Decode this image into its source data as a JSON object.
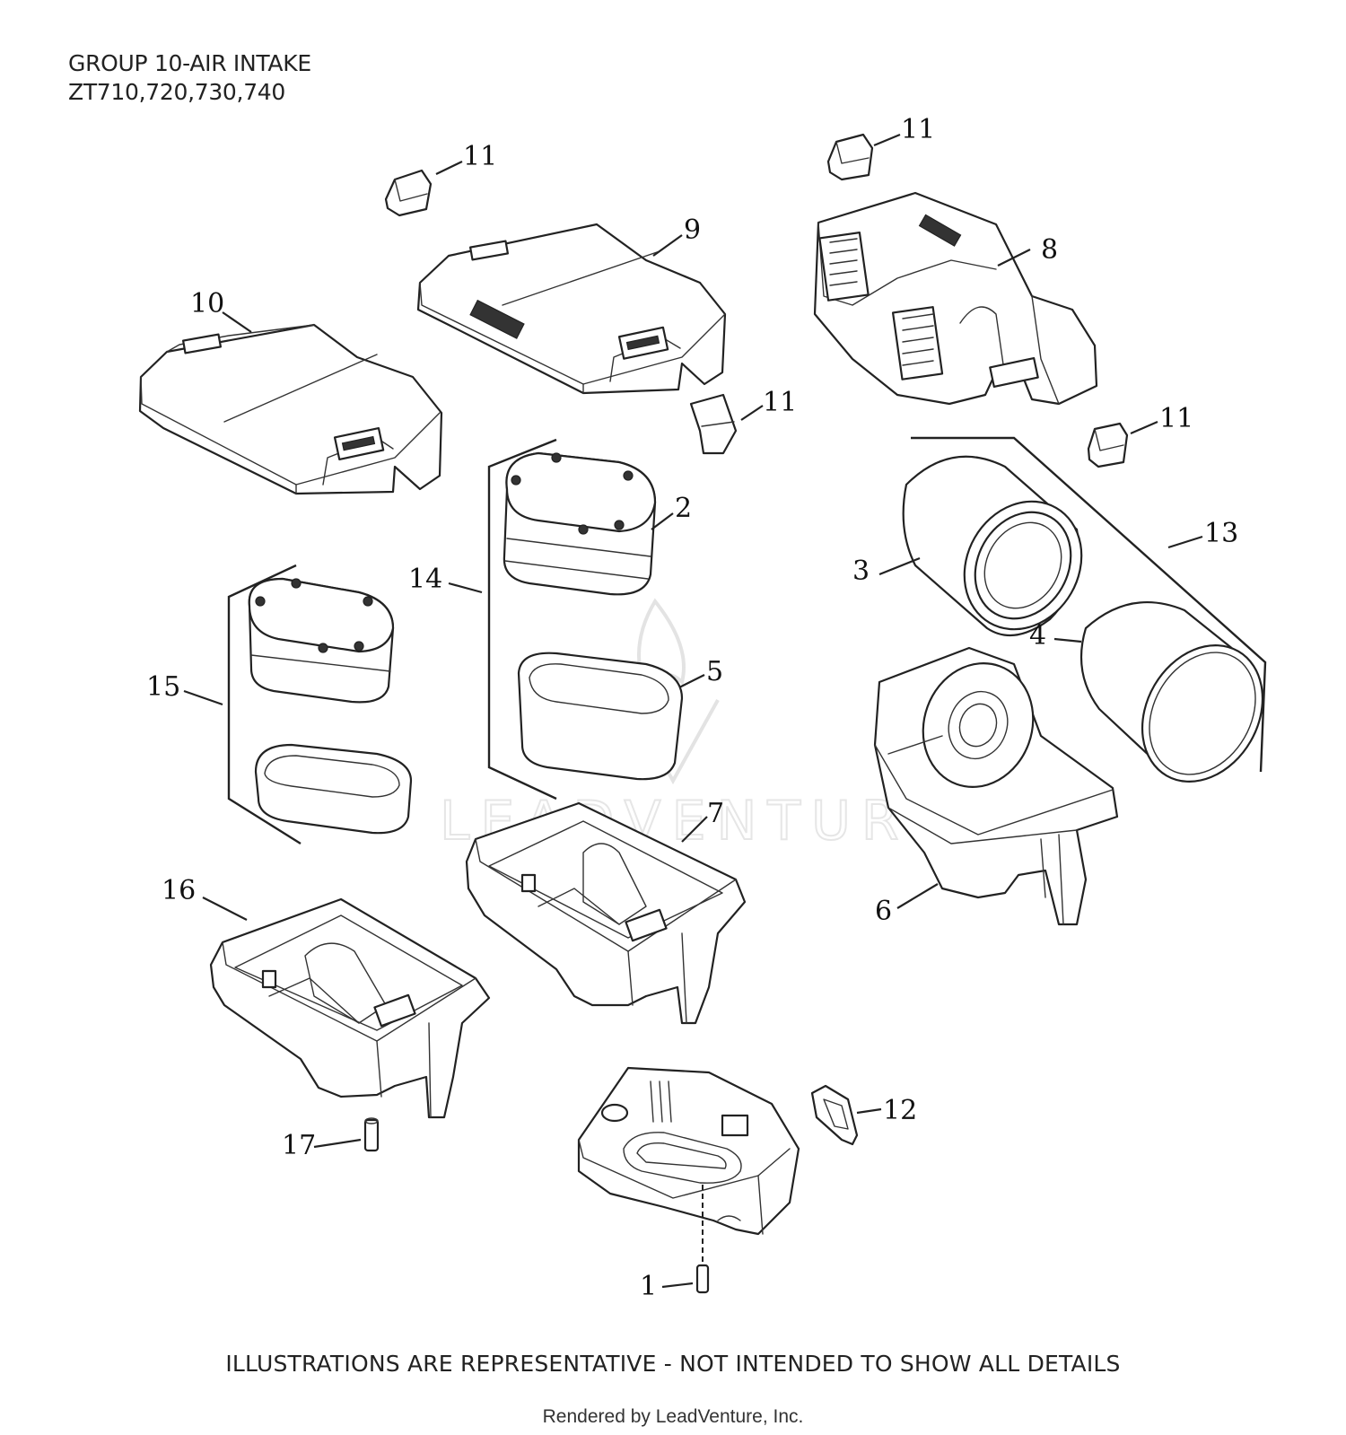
{
  "header": {
    "line1": "GROUP 10-AIR INTAKE",
    "line2": "ZT710,720,730,740"
  },
  "callouts": {
    "c1": "1",
    "c2": "2",
    "c3": "3",
    "c4": "4",
    "c5": "5",
    "c6": "6",
    "c7": "7",
    "c8": "8",
    "c9": "9",
    "c10": "10",
    "c11a": "11",
    "c11b": "11",
    "c11c": "11",
    "c11d": "11",
    "c12": "12",
    "c13": "13",
    "c14": "14",
    "c15": "15",
    "c16": "16",
    "c17": "17"
  },
  "watermark": "LEADVENTURE",
  "footer": {
    "disclaimer": "ILLUSTRATIONS ARE REPRESENTATIVE - NOT INTENDED TO SHOW ALL DETAILS",
    "rendered_by": "Rendered by LeadVenture, Inc."
  }
}
